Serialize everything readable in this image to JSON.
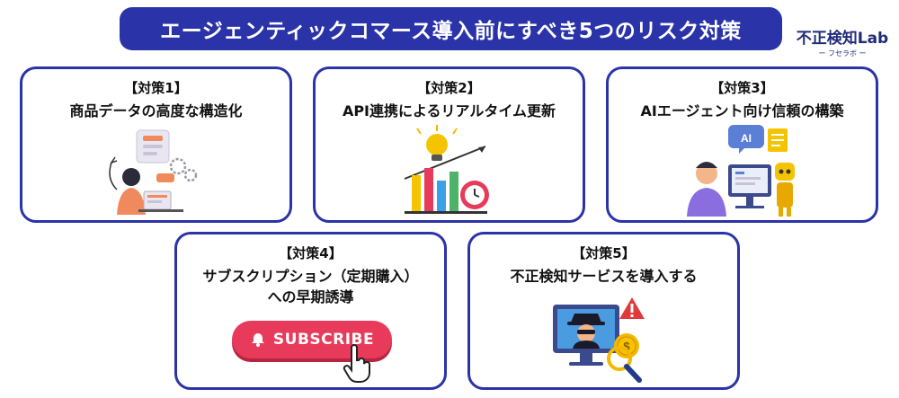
{
  "header": {
    "title": "エージェンティックコマース導入前にすべき5つのリスク対策"
  },
  "logo": {
    "main": "不正検知Lab",
    "sub": "ー フセラボ ー"
  },
  "cards": [
    {
      "label": "【対策1】",
      "title": "商品データの高度な構造化"
    },
    {
      "label": "【対策2】",
      "title": "API連携によるリアルタイム更新"
    },
    {
      "label": "【対策3】",
      "title": "AIエージェント向け信頼の構築"
    },
    {
      "label": "【対策4】",
      "title_line1": "サブスクリプション（定期購入）",
      "title_line2": "への早期誘導",
      "button_label": "SUBSCRIBE"
    },
    {
      "label": "【対策5】",
      "title": "不正検知サービスを導入する"
    }
  ],
  "badges": {
    "ai": "AI"
  },
  "colors": {
    "primary": "#2b33a8",
    "subscribe": "#e83a5a",
    "alert": "#e03a3a",
    "coin": "#f5b800"
  }
}
